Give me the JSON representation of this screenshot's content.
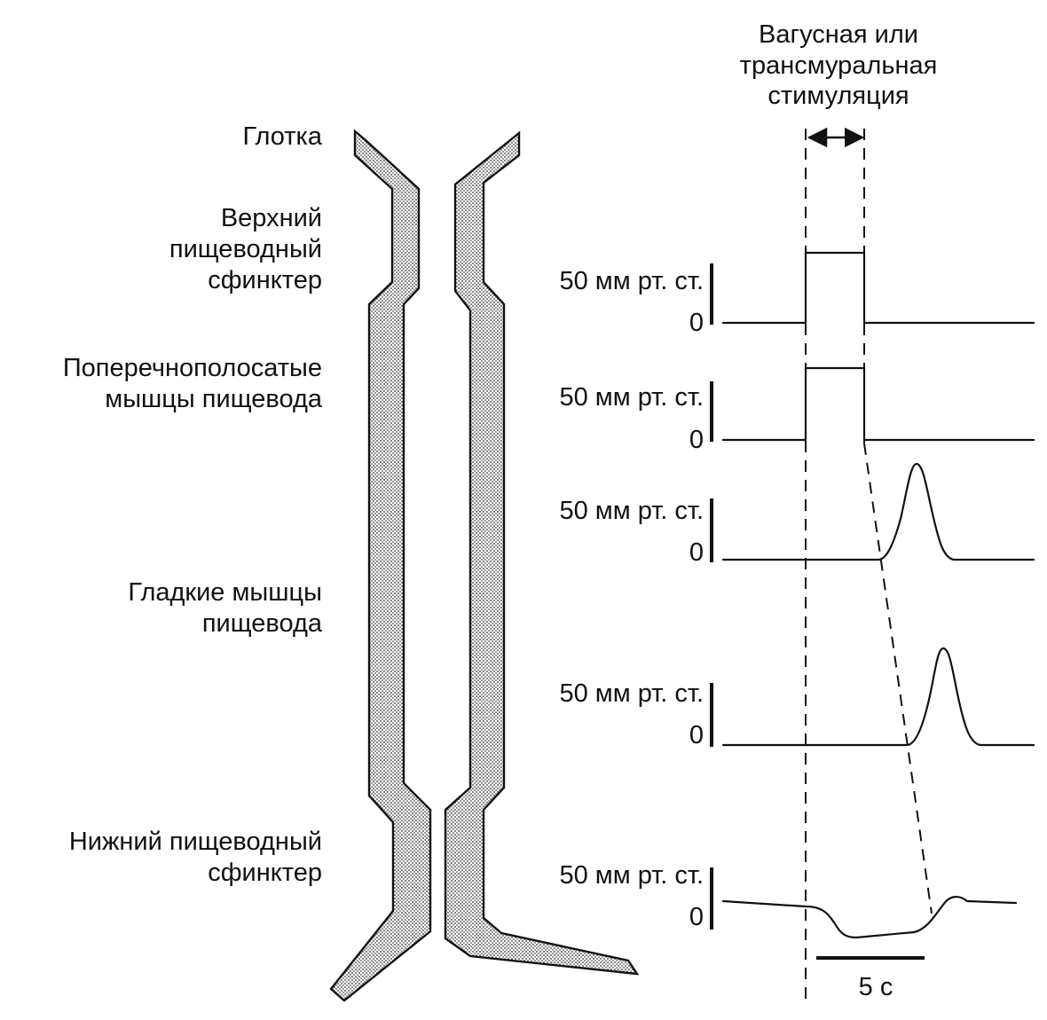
{
  "stimulation": {
    "line1": "Вагусная или",
    "line2": "трансмуральная",
    "line3": "стимуляция"
  },
  "regions": {
    "pharynx": "Глотка",
    "ues_line1": "Верхний",
    "ues_line2": "пищеводный",
    "ues_line3": "сфинктер",
    "striated_line1": "Поперечнополосатые",
    "striated_line2": "мышцы пищевода",
    "smooth_line1": "Гладкие мышцы",
    "smooth_line2": "пищевода",
    "les_line1": "Нижний пищеводный",
    "les_line2": "сфинктер"
  },
  "traces": [
    {
      "scale_label": "50 мм рт. ст.",
      "zero_label": "0",
      "region": "ues"
    },
    {
      "scale_label": "50 мм рт. ст.",
      "zero_label": "0",
      "region": "striated"
    },
    {
      "scale_label": "50 мм рт. ст.",
      "zero_label": "0",
      "region": "smooth-upper"
    },
    {
      "scale_label": "50 мм рт. ст.",
      "zero_label": "0",
      "region": "smooth-lower"
    },
    {
      "scale_label": "50 мм рт. ст.",
      "zero_label": "0",
      "region": "les"
    }
  ],
  "time_scale": {
    "label": "5 с"
  },
  "colors": {
    "ink": "#111111",
    "wall_fill": "#c9c9c9",
    "background": "#ffffff"
  }
}
